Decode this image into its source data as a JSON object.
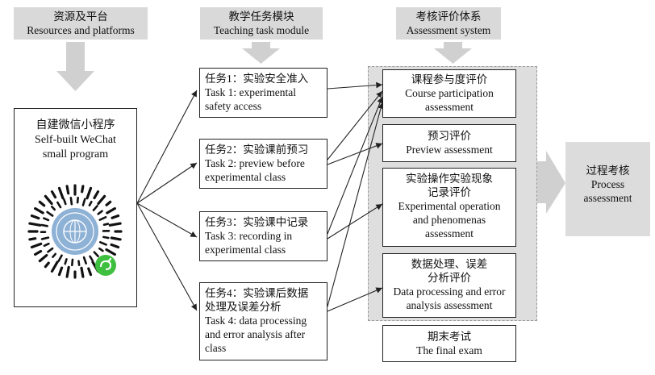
{
  "headers": {
    "resources": {
      "zh": "资源及平台",
      "en": "Resources and platforms"
    },
    "tasks": {
      "zh": "教学任务模块",
      "en": "Teaching task module"
    },
    "assessment": {
      "zh": "考核评价体系",
      "en": "Assessment system"
    }
  },
  "platform": {
    "zh": "自建微信小程序",
    "en1": "Self-built WeChat",
    "en2": "small program",
    "qr_icon": "wechat-mini-program-qr-code"
  },
  "tasks": [
    {
      "zh": "任务1：实验安全准入",
      "en": [
        "Task 1: experimental",
        "safety access"
      ]
    },
    {
      "zh": "任务2：实验课前预习",
      "en": [
        "Task 2: preview before",
        "experimental class"
      ]
    },
    {
      "zh": "任务3：实验课中记录",
      "en": [
        "Task 3: recording in",
        "experimental class"
      ]
    },
    {
      "zh": "任务4：实验课后数据",
      "zh2": "处理及误差分析",
      "en": [
        "Task 4: data processing",
        "and error analysis after",
        "class"
      ]
    }
  ],
  "assessments": [
    {
      "zh": "课程参与度评价",
      "en": [
        "Course participation",
        "assessment"
      ]
    },
    {
      "zh": "预习评价",
      "en": [
        "Preview assessment"
      ]
    },
    {
      "zh": "实验操作实验现象",
      "zh2": "记录评价",
      "en": [
        "Experimental operation",
        "and phenomenas",
        "assessment"
      ]
    },
    {
      "zh": "数据处理、误差",
      "zh2": "分析评价",
      "en": [
        "Data processing and error",
        "analysis assessment"
      ]
    }
  ],
  "final_exam": {
    "zh": "期末考试",
    "en": "The final exam"
  },
  "output": {
    "zh": "过程考核",
    "en1": "Process",
    "en2": "assessment"
  },
  "colors": {
    "header_bg": "#d9d9d9",
    "arrow": "#d0d0d0",
    "border": "#222222"
  }
}
